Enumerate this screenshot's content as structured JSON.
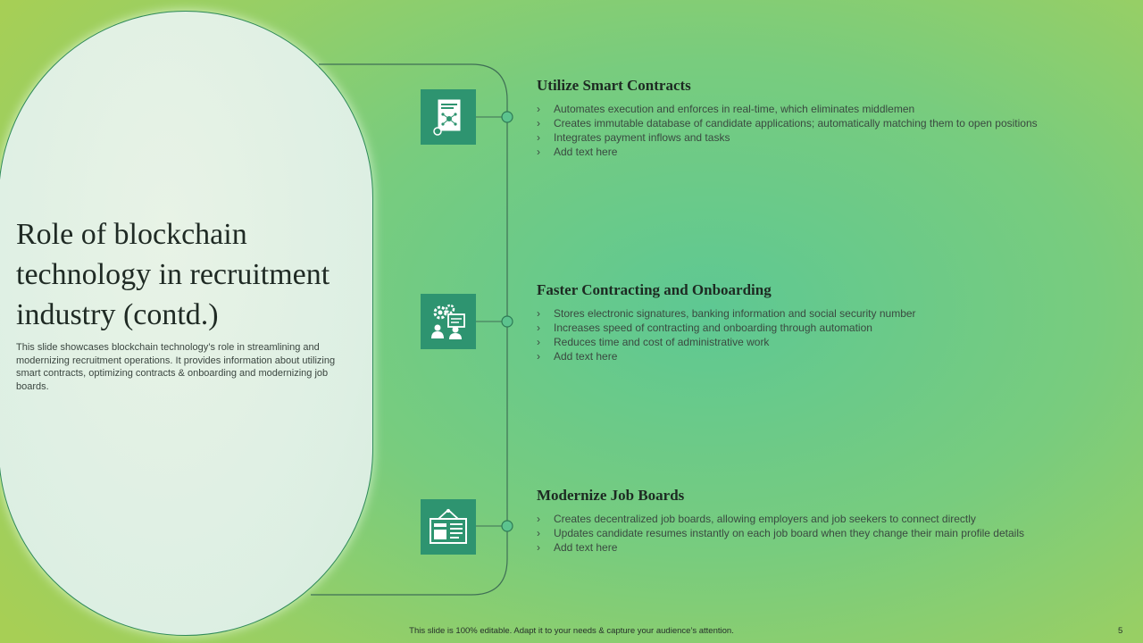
{
  "slide": {
    "title": "Role of blockchain technology in recruitment industry (contd.)",
    "description": "This slide showcases blockchain technology’s role in streamlining and modernizing recruitment operations. It provides information about utilizing smart contracts, optimizing contracts & onboarding and modernizing job boards."
  },
  "sections": [
    {
      "icon": "smart-contract-document-icon",
      "heading": "Utilize Smart Contracts",
      "bullets": [
        "Automates execution and enforces in real-time, which eliminates middlemen",
        "Creates immutable database of candidate applications; automatically matching them to open positions",
        "Integrates payment inflows and tasks",
        "Add text here"
      ]
    },
    {
      "icon": "onboarding-gears-people-icon",
      "heading": "Faster Contracting and Onboarding",
      "bullets": [
        "Stores electronic signatures, banking information and social security number",
        "Increases speed of contracting and onboarding through automation",
        "Reduces time and cost of administrative  work",
        "Add text here"
      ]
    },
    {
      "icon": "job-board-icon",
      "heading": "Modernize Job Boards",
      "bullets": [
        "Creates decentralized job boards, allowing employers and job seekers to connect directly",
        "Updates candidate resumes instantly on each job board when they change their main profile details",
        "Add text here"
      ]
    }
  ],
  "bullet_glyph": "›",
  "footer": "This slide is 100% editable.  Adapt it to your needs & capture your audience’s attention.",
  "page_number": "5",
  "colors": {
    "icon_background": "#2e9470",
    "connector_line": "#3f6f55",
    "heading_text": "#1d2a22"
  }
}
